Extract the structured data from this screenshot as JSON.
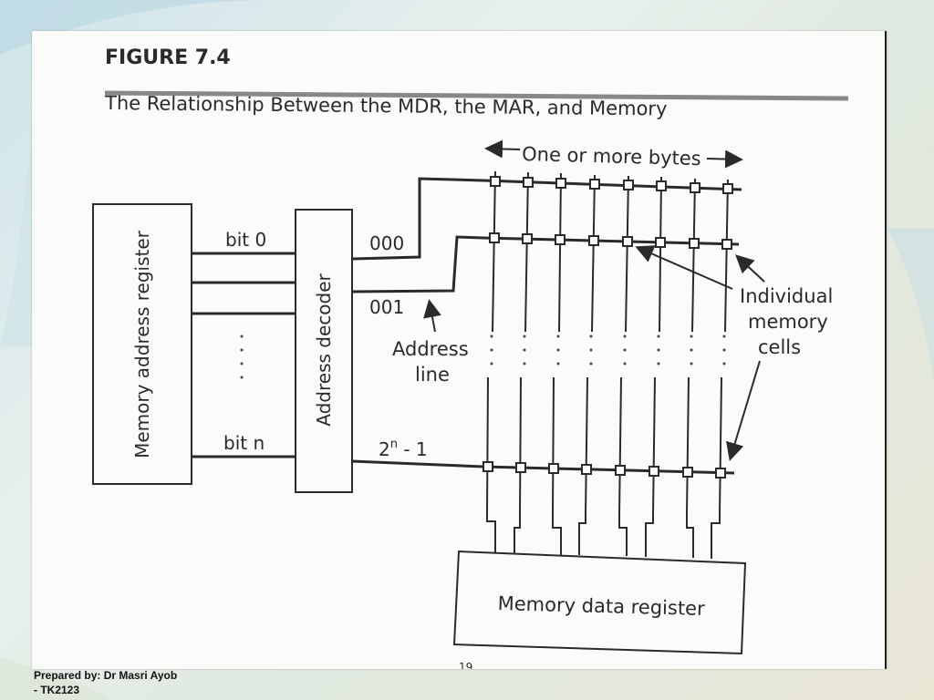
{
  "figure": {
    "number": "FIGURE 7.4",
    "caption": "The Relationship Between the MDR, the MAR, and Memory"
  },
  "mar": {
    "label": "Memory address register"
  },
  "decoder": {
    "label": "Address decoder"
  },
  "mdr": {
    "label": "Memory data register"
  },
  "bit_labels": {
    "first": "bit 0",
    "last": "bit n"
  },
  "address_labels": {
    "a0": "000",
    "a1": "001",
    "last_base": "2",
    "last_sup": "n",
    "last_tail": " - 1"
  },
  "annotations": {
    "bytes": "One or more bytes",
    "address_line_1": "Address",
    "address_line_2": "line",
    "cells_1": "Individual",
    "cells_2": "memory",
    "cells_3": "cells"
  },
  "page_number": "19",
  "footer": {
    "line1": "Prepared by: Dr Masri Ayob",
    "line2": "- TK2123"
  }
}
